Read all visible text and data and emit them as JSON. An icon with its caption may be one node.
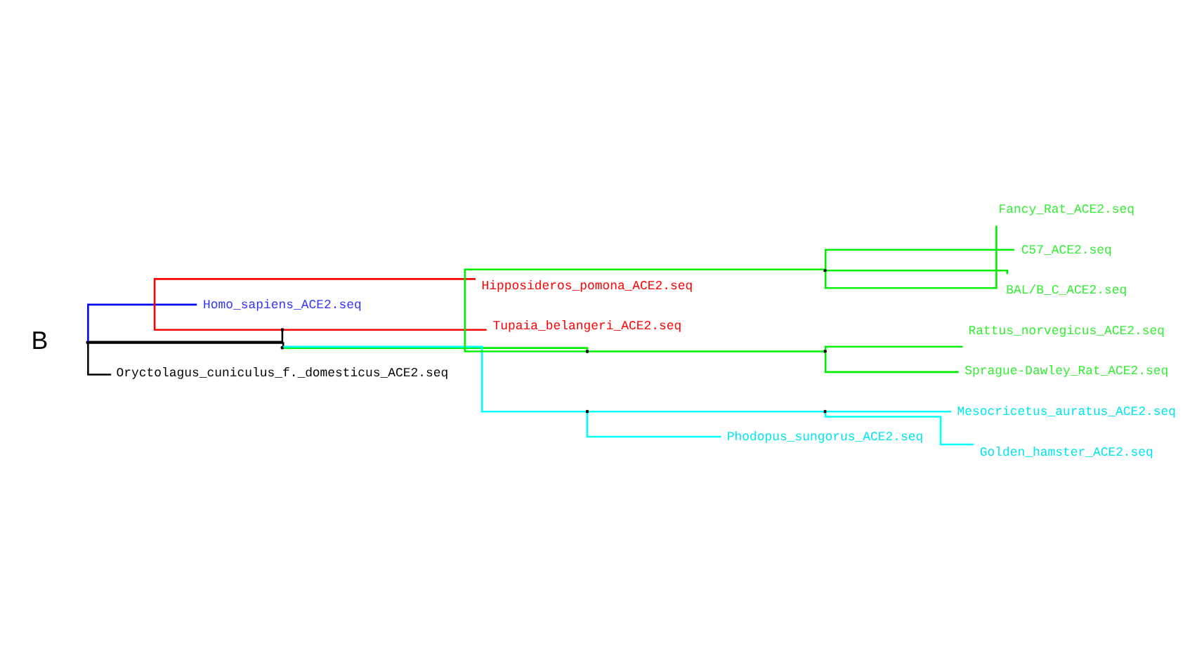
{
  "diagram": {
    "nodes": [
      {
        "text": [],
        "shape": "point"
      },
      {
        "text": [
          "Homo_sapiens_ACE2.seq"
        ]
      },
      {
        "text": [],
        "shape": "point"
      },
      {
        "text": [
          "Hipposideros_pomona_ACE2.seq"
        ]
      },
      {
        "text": [
          "Tupaia_belangeri_ACE2.seq"
        ]
      },
      {
        "text": [],
        "shape": "point"
      },
      {
        "text": [],
        "shape": "point"
      },
      {
        "text": [],
        "shape": "point"
      },
      {
        "text": [
          "Fancy_Rat_ACE2.seq"
        ]
      },
      {
        "text": [
          "C57_ACE2.seq"
        ]
      },
      {
        "text": [
          "BAL/B_C_ACE2.seq"
        ]
      },
      {
        "text": [],
        "shape": "point"
      },
      {
        "text": [
          "Rattus_norvegicus_ACE2.seq"
        ]
      },
      {
        "text": [
          "Sprague-Dawley_Rat_ACE2.seq"
        ]
      },
      {
        "text": [],
        "shape": "point"
      },
      {
        "text": [],
        "shape": "point"
      },
      {
        "text": [
          "Mesocricetus_auratus_ACE2.seq"
        ]
      },
      {
        "text": [
          "Golden_hamster_ACE2.seq"
        ]
      },
      {
        "text": [
          "Phodopus_sungorus_ACE2.seq"
        ]
      },
      {
        "text": [
          "Oryctolagus_cuniculus_f._domesticus_ACE2.seq"
        ]
      }
    ],
    "edges": [
      {
        "from": 0,
        "to": 1,
        "arrow": "none",
        "color": "#0000ff"
      },
      {
        "from": 0,
        "to": 2,
        "arrow": "none",
        "color": "#000000"
      },
      {
        "from": 2,
        "to": 3,
        "arrow": "none",
        "color": "#ff0000"
      },
      {
        "from": 2,
        "to": 4,
        "arrow": "none",
        "color": "#ff0000"
      },
      {
        "from": 0,
        "to": 5,
        "arrow": "none",
        "color": "#000000"
      },
      {
        "from": 5,
        "to": 6,
        "arrow": "none"
      },
      {
        "from": 6,
        "to": 7,
        "arrow": "none"
      },
      {
        "from": 7,
        "to": 8,
        "arrow": "none"
      },
      {
        "from": 7,
        "to": 9,
        "arrow": "none"
      },
      {
        "from": 7,
        "to": 10,
        "arrow": "none"
      },
      {
        "from": 6,
        "to": 11,
        "arrow": "none"
      },
      {
        "from": 11,
        "to": 12,
        "arrow": "none"
      },
      {
        "from": 11,
        "to": 13,
        "arrow": "none"
      },
      {
        "from": 5,
        "to": 14,
        "arrow": "none",
        "color": "#00ffff"
      },
      {
        "from": 14,
        "to": 15,
        "arrow": "none",
        "color": "#00ffff"
      },
      {
        "from": 15,
        "to": 16,
        "arrow": "none",
        "color": "#00ffff"
      },
      {
        "from": 15,
        "to": 17,
        "arrow": "none",
        "color": "#00ffff"
      },
      {
        "from": 14,
        "to": 18,
        "arrow": "none",
        "color": "#00ffff"
      },
      {
        "from": 0,
        "to": 19,
        "arrow": "none",
        "color": "#000000"
      }
    ],
    "labels": [
      "B"
    ]
  }
}
